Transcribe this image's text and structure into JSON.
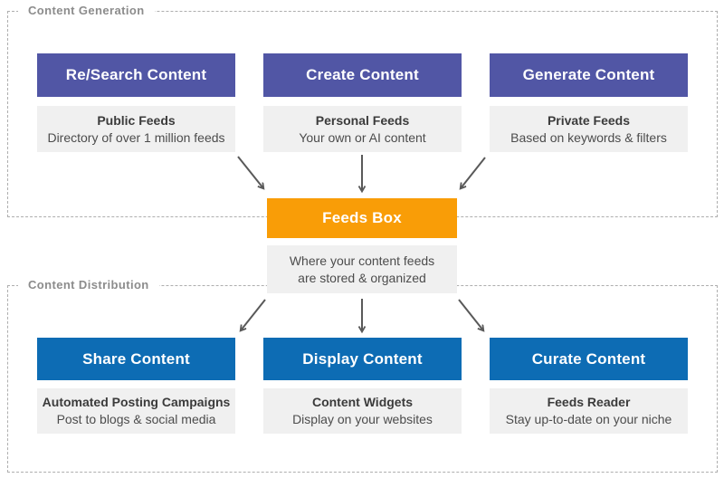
{
  "diagram": {
    "colors": {
      "generation_header": "#5156A5",
      "distribution_header": "#0D6CB4",
      "hub_header": "#F99D07",
      "info_bg": "#F0F0F0",
      "section_label": "#8C8C8C",
      "arrow": "#595959",
      "dashed_border": "#AEAEAE"
    },
    "generation": {
      "label": "Content Generation",
      "columns": [
        {
          "header": "Re/Search Content",
          "title": "Public Feeds",
          "subtitle": "Directory of over 1 million feeds"
        },
        {
          "header": "Create Content",
          "title": "Personal Feeds",
          "subtitle": "Your own or AI content"
        },
        {
          "header": "Generate Content",
          "title": "Private Feeds",
          "subtitle": "Based on keywords & filters"
        }
      ]
    },
    "hub": {
      "header": "Feeds Box",
      "line1": "Where your content feeds",
      "line2": "are stored & organized"
    },
    "distribution": {
      "label": "Content Distribution",
      "columns": [
        {
          "header": "Share Content",
          "title": "Automated Posting Campaigns",
          "subtitle": "Post to blogs & social media"
        },
        {
          "header": "Display Content",
          "title": "Content Widgets",
          "subtitle": "Display on your websites"
        },
        {
          "header": "Curate Content",
          "title": "Feeds Reader",
          "subtitle": "Stay up-to-date on your niche"
        }
      ]
    }
  }
}
